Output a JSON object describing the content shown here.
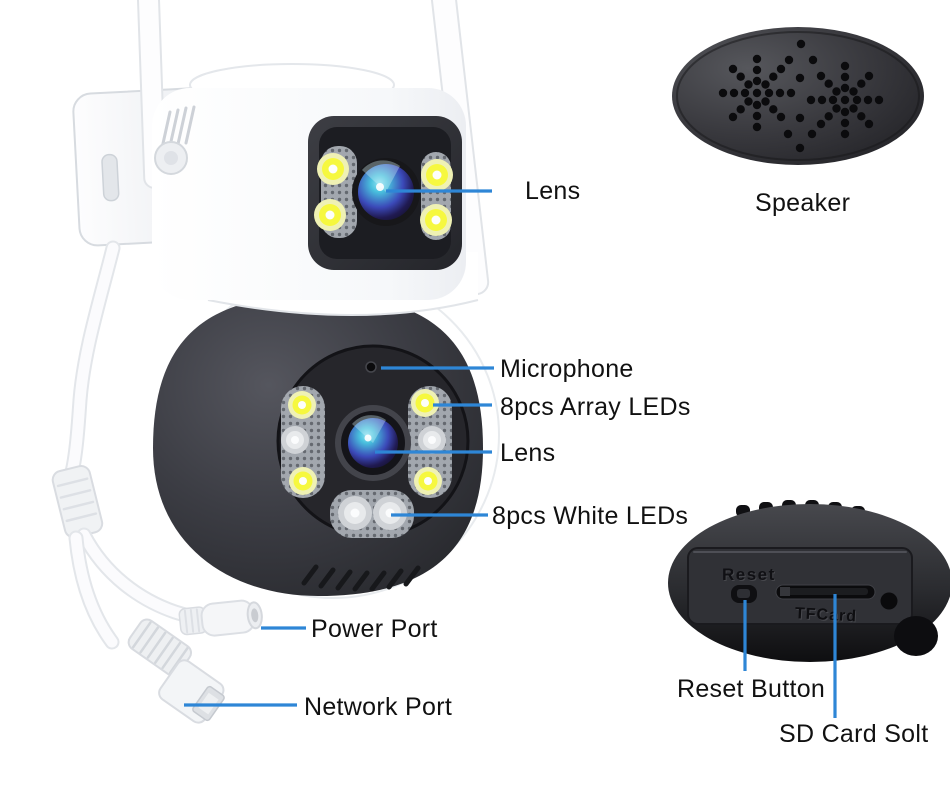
{
  "colors": {
    "leader_line": "#2e86d6",
    "label_text": "#111111",
    "body_white": "#ffffff",
    "ball_dark": "#2c2d33",
    "led_yellow": "#f6f83f"
  },
  "annotations": {
    "lens_top": "Lens",
    "speaker": "Speaker",
    "microphone": "Microphone",
    "array_leds": "8pcs Array LEDs",
    "lens_bottom": "Lens",
    "white_leds": "8pcs White LEDs",
    "power_port": "Power Port",
    "network_port": "Network Port",
    "reset_button": "Reset Button",
    "sd_card_slot": "SD Card Solt"
  },
  "embossed": {
    "reset": "Reset",
    "tfcard": "TFCard"
  }
}
